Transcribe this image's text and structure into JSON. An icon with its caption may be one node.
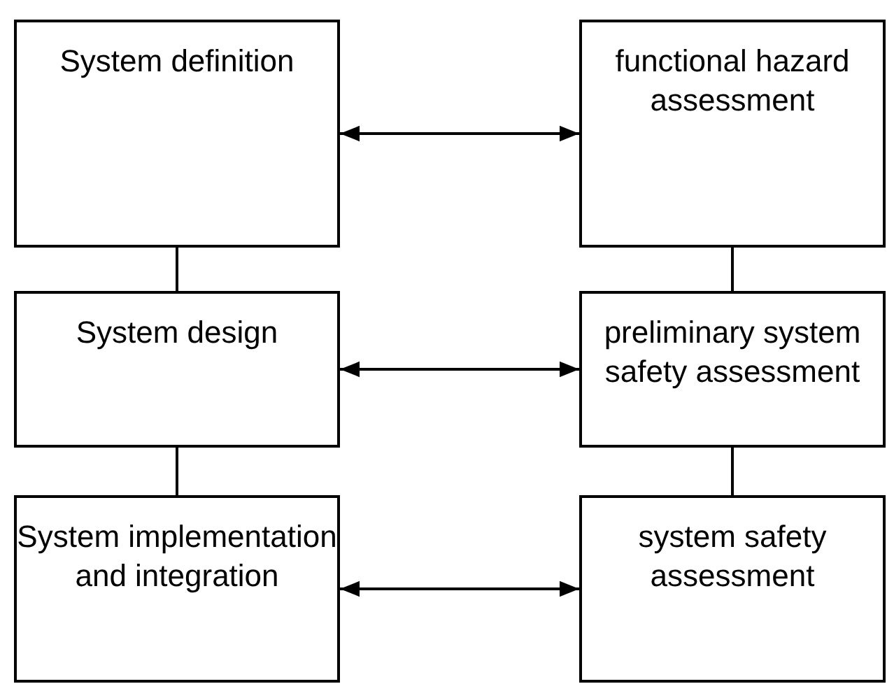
{
  "diagram": {
    "nodes": [
      {
        "text": [
          "System definition"
        ]
      },
      {
        "text": [
          "functional hazard assessment"
        ]
      },
      {
        "text": [
          "System design"
        ]
      },
      {
        "text": [
          "preliminary system safety assessment"
        ]
      },
      {
        "text": [
          "System implementation and integration"
        ]
      },
      {
        "text": [
          "system safety assessment"
        ]
      }
    ],
    "edges": [
      {
        "from": 0,
        "to": 1,
        "arrow": "both"
      },
      {
        "from": 2,
        "to": 3,
        "arrow": "both"
      },
      {
        "from": 4,
        "to": 5,
        "arrow": "both"
      },
      {
        "from": 0,
        "to": 2,
        "arrow": "none"
      },
      {
        "from": 2,
        "to": 4,
        "arrow": "none"
      },
      {
        "from": 1,
        "to": 3,
        "arrow": "none"
      },
      {
        "from": 3,
        "to": 5,
        "arrow": "none"
      }
    ]
  }
}
